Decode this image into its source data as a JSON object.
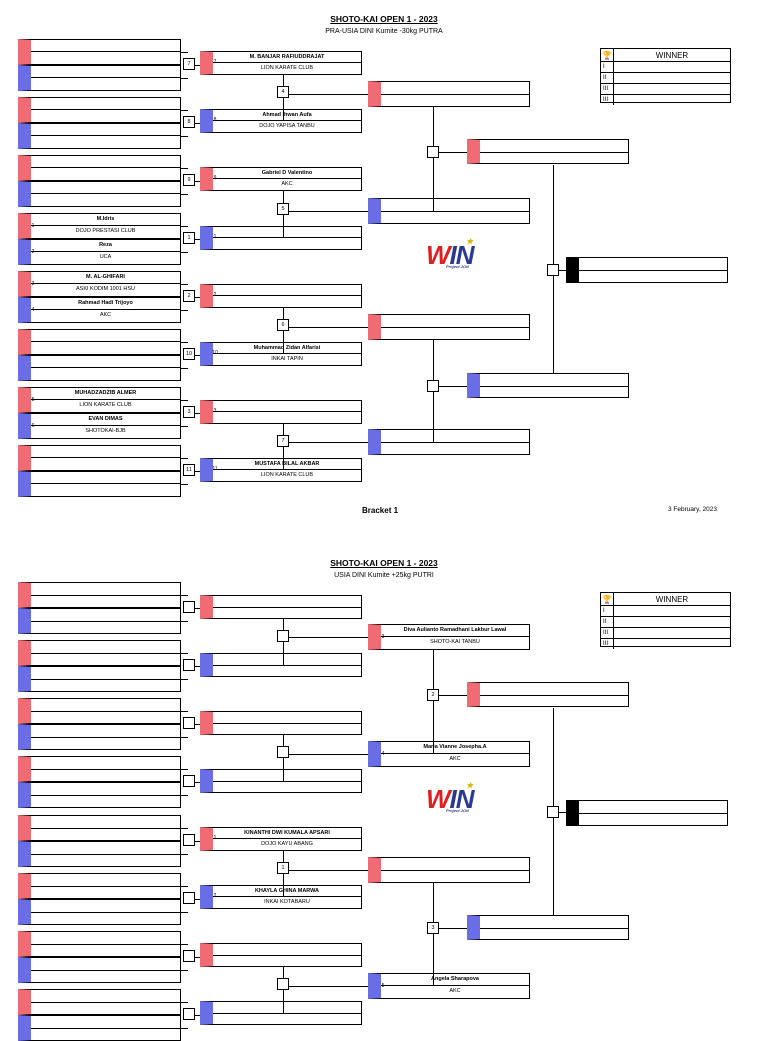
{
  "brackets": [
    {
      "title": "SHOTO-KAI OPEN 1 - 2023",
      "subtitle": "PRA-USIA DINI Kumite -30kg PUTRA",
      "footer_label": "Bracket 1",
      "footer_date": "3 February, 2023",
      "winner": {
        "header": "WINNER",
        "ranks": [
          "I",
          "II",
          "III",
          "III"
        ]
      },
      "round1": [
        {
          "name": "",
          "club": "",
          "seed": ""
        },
        {
          "name": "",
          "club": "",
          "seed": ""
        },
        {
          "name": "",
          "club": "",
          "seed": ""
        },
        {
          "name": "",
          "club": "",
          "seed": ""
        },
        {
          "name": "",
          "club": "",
          "seed": ""
        },
        {
          "name": "",
          "club": "",
          "seed": ""
        },
        {
          "name": "M.Idris",
          "club": "DOJO PRESTASI CLUB",
          "seed": "1"
        },
        {
          "name": "Reza",
          "club": "UCA",
          "seed": "2"
        },
        {
          "name": "M. AL-GHIFARI",
          "club": "ASKI KODIM 1001 HSU",
          "seed": "3"
        },
        {
          "name": "Rahmad Hadi Trijoyo",
          "club": "AKC",
          "seed": "4"
        },
        {
          "name": "",
          "club": "",
          "seed": ""
        },
        {
          "name": "",
          "club": "",
          "seed": ""
        },
        {
          "name": "MUHADZADZIB ALMER",
          "club": "LION KARATE CLUB",
          "seed": "5"
        },
        {
          "name": "EVAN DIMAS",
          "club": "SHOTOKAI-BJB",
          "seed": "6"
        },
        {
          "name": "",
          "club": "",
          "seed": ""
        },
        {
          "name": "",
          "club": "",
          "seed": ""
        }
      ],
      "round2": [
        {
          "name": "M. BANJAR RAFIUDDRAJAT",
          "club": "LION KARATE CLUB",
          "num": "7"
        },
        {
          "name": "Ahmad Ihwan Aufa",
          "club": "DOJO YAPISA TANBU",
          "num": "8"
        },
        {
          "name": "Gabriel D Valentino",
          "club": "AKC",
          "num": "9"
        },
        {
          "name": "",
          "club": "",
          "num": "1"
        },
        {
          "name": "",
          "club": "",
          "num": "2"
        },
        {
          "name": "Muhammad Zidan Alfarisi",
          "club": "INKAI TAPIN",
          "num": "10"
        },
        {
          "name": "",
          "club": "",
          "num": "3"
        },
        {
          "name": "MUSTAFA BILAL AKBAR",
          "club": "LION KARATE CLUB",
          "num": "11"
        }
      ],
      "round3_nums": [
        "4",
        "5",
        "6",
        "7"
      ]
    },
    {
      "title": "SHOTO-KAI OPEN 1 - 2023",
      "subtitle": "USIA DINI Kumite +25kg PUTRI",
      "winner": {
        "header": "WINNER",
        "ranks": [
          "I",
          "II",
          "III",
          "III"
        ]
      },
      "round2": [
        {
          "name": "",
          "club": ""
        },
        {
          "name": "",
          "club": ""
        },
        {
          "name": "",
          "club": ""
        },
        {
          "name": "",
          "club": ""
        },
        {
          "name": "KINANTHI DWI KUMALA APSARI",
          "club": "DOJO KAYU ABANG",
          "num": "1"
        },
        {
          "name": "KHAYLA GHINA MARWA",
          "club": "INKAI KOTABARU",
          "num": "2"
        },
        {
          "name": "",
          "club": ""
        },
        {
          "name": "",
          "club": ""
        }
      ],
      "round3": [
        {
          "name": "Diva Aulianto Ramadhani Lakbur Lawal",
          "club": "SHOTO-KAI TANBU",
          "num": "3"
        },
        {
          "name": "Maria Vianne Josepha.A",
          "club": "AKC",
          "num": "4"
        },
        {
          "name": "",
          "club": ""
        },
        {
          "name": "Angela Sharapova",
          "club": "AKC",
          "num": "5"
        }
      ],
      "round3_box_nums": [
        "",
        "",
        "1",
        ""
      ],
      "round4_box_nums": [
        "2",
        "3"
      ]
    }
  ],
  "logo": {
    "text_a": "W",
    "text_b": "IN",
    "tagline": "Project JON"
  },
  "colors": {
    "red": "#f06b73",
    "blue": "#6a6ee6"
  }
}
